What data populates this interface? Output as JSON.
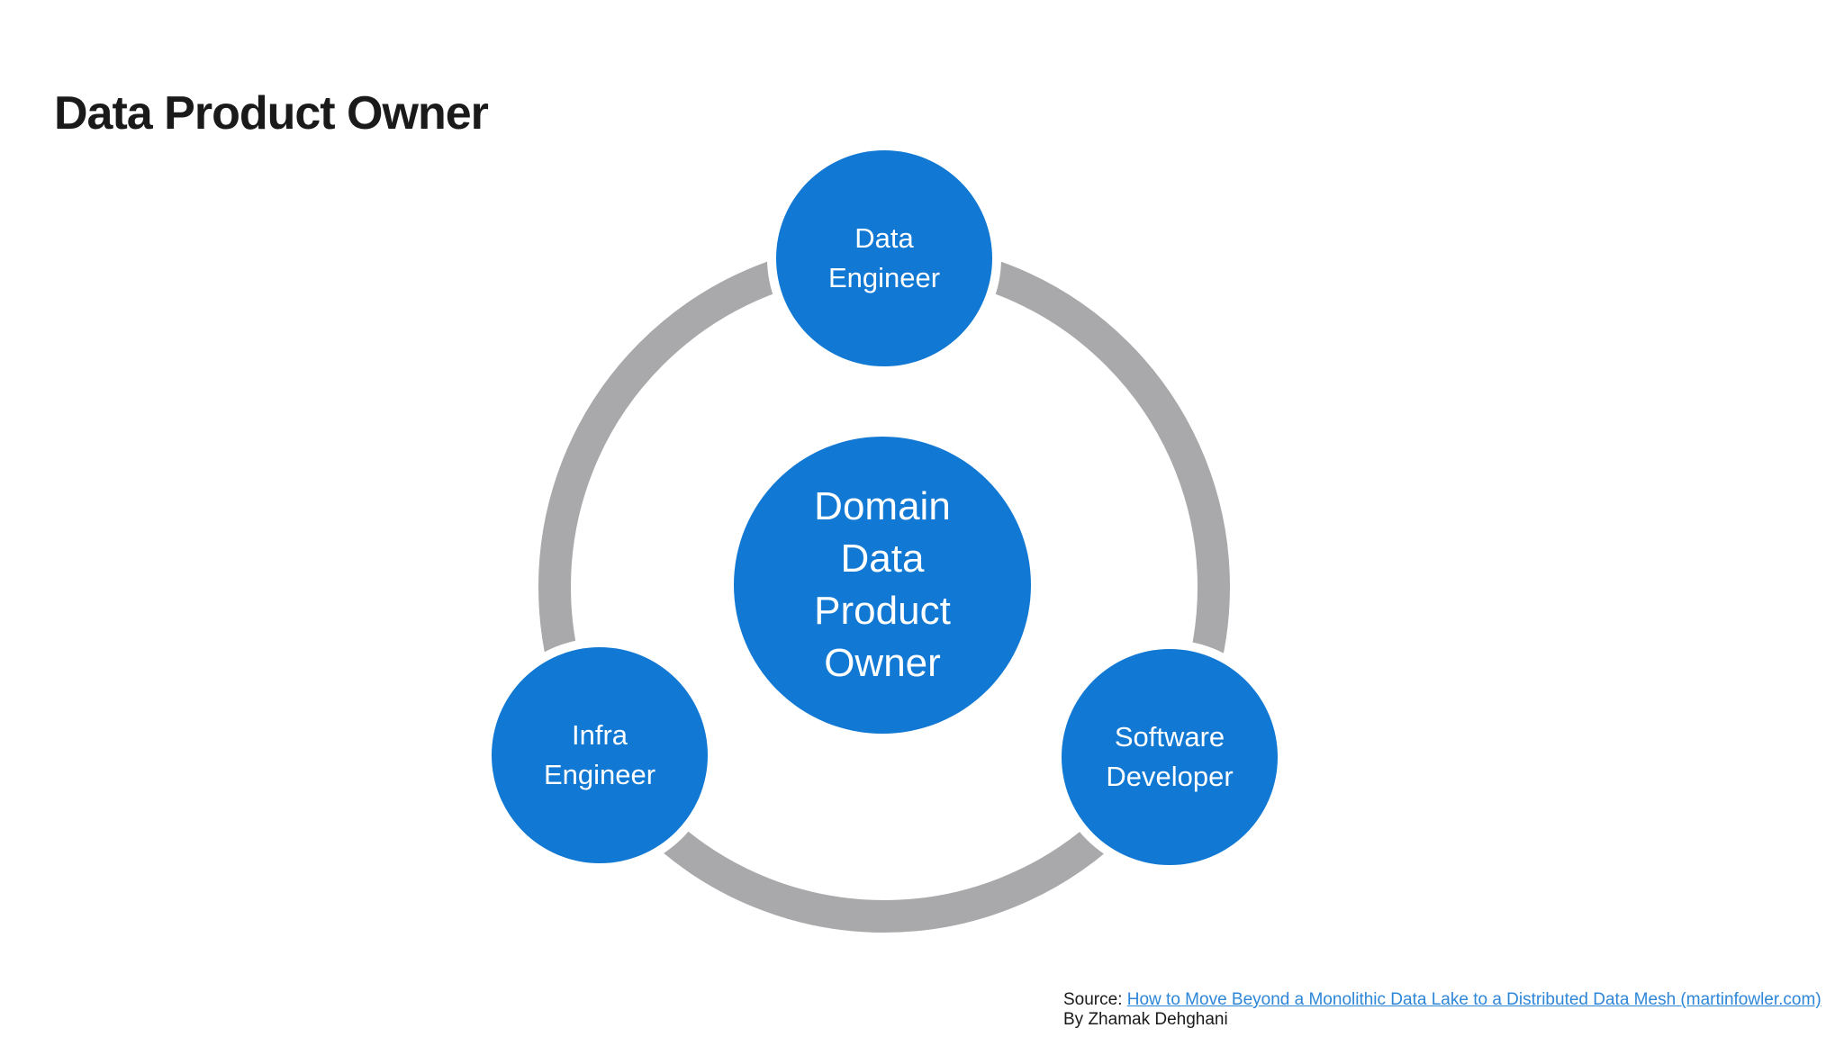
{
  "title": "Data Product Owner",
  "diagram": {
    "center_circle": {
      "label": "Domain\nData\nProduct\nOwner"
    },
    "satellites": [
      {
        "id": "top",
        "label": "Data\nEngineer"
      },
      {
        "id": "bottom-left",
        "label": "Infra\nEngineer"
      },
      {
        "id": "bottom-right",
        "label": "Software\nDeveloper"
      }
    ],
    "colors": {
      "circle_blue": "#1178d4",
      "ring_gray": "#a9a9ab",
      "label_text": "#ffffff"
    }
  },
  "footer": {
    "source_prefix": "Source: ",
    "source_link_text": "How to Move Beyond a Monolithic Data Lake to a Distributed Data Mesh (martinfowler.com)",
    "byline": "By Zhamak Dehghani",
    "link_color": "#2e86d8"
  }
}
